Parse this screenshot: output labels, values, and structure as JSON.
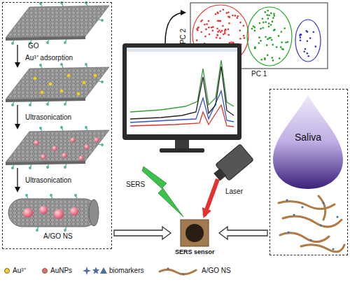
{
  "diagram": {
    "nodes": [
      {
        "text": [
          "GO",
          "Au³⁺ adsorption",
          "Ultrasonication",
          "Ultrasonication",
          "A/GO NS"
        ]
      },
      {
        "text": [
          "SERS sensor"
        ]
      },
      {
        "text": [
          "Saliva"
        ]
      }
    ],
    "edges": [
      {
        "from": 0,
        "to": 1,
        "arrow": "to"
      },
      {
        "from": 2,
        "to": 1,
        "arrow": "to"
      }
    ],
    "labels": [
      "PC 2",
      "PC 1",
      "SERS",
      "Laser"
    ],
    "legend": [
      {
        "text": "Au³⁺",
        "color": "#f2cf3a"
      },
      {
        "text": "AuNPs",
        "color": "#e5677f"
      },
      {
        "text": "biomarkers"
      },
      {
        "text": "A/GO NS"
      }
    ]
  }
}
